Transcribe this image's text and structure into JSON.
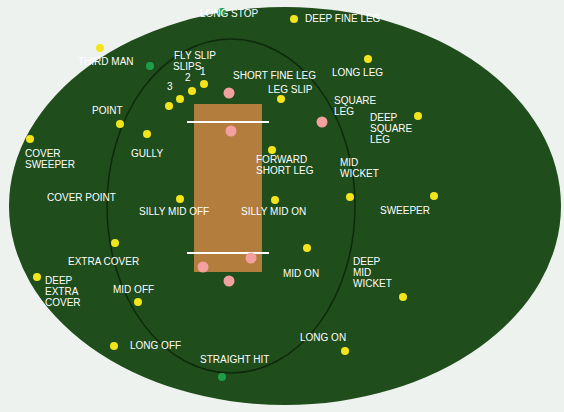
{
  "diagram": {
    "labels": [
      "LONG STOP",
      "DEEP FINE LEG",
      "THIRD MAN",
      "FLY SLIP",
      "SLIPS",
      "2",
      "1",
      "3",
      "SHORT FINE LEG",
      "LONG LEG",
      "SQUARE LEG",
      "LEG SLIP",
      "POINT",
      "DEEP SQUARE LEG",
      "GULLY",
      "FORWARD SHORT LEG",
      "COVER SWEEPER",
      "MID WICKET",
      "COVER POINT",
      "SILLY MID OFF",
      "SILLY MID ON",
      "SWEEPER",
      "EXTRA COVER",
      "MID ON",
      "DEEP MID WICKET",
      "DEEP EXTRA COVER",
      "MID OFF",
      "LONG OFF",
      "LONG ON",
      "STRAIGHT HIT"
    ]
  }
}
